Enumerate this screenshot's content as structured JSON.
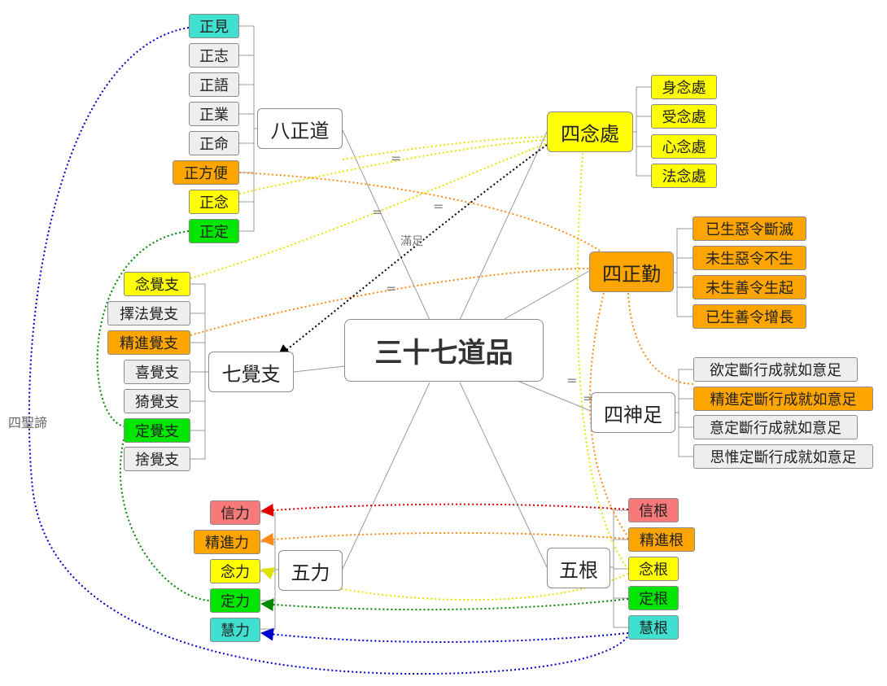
{
  "center": "三十七道品",
  "categories": {
    "eightfold": "八正道",
    "mindfulness": "四念處",
    "right_efforts": "四正勤",
    "awakening": "七覺支",
    "powers": "五力",
    "faculties": "五根",
    "bases": "四神足"
  },
  "eightfold_items": [
    "正見",
    "正志",
    "正語",
    "正業",
    "正命",
    "正方便",
    "正念",
    "正定"
  ],
  "mindfulness_items": [
    "身念處",
    "受念處",
    "心念處",
    "法念處"
  ],
  "efforts_items": [
    "已生惡令斷滅",
    "未生惡令不生",
    "未生善令生起",
    "已生善令增長"
  ],
  "bases_items": [
    "欲定斷行成就如意足",
    "精進定斷行成就如意足",
    "意定斷行成就如意足",
    "思惟定斷行成就如意足"
  ],
  "awakening_items": [
    "念覺支",
    "擇法覺支",
    "精進覺支",
    "喜覺支",
    "猗覺支",
    "定覺支",
    "捨覺支"
  ],
  "powers_items": [
    "信力",
    "精進力",
    "念力",
    "定力",
    "慧力"
  ],
  "faculties_items": [
    "信根",
    "精進根",
    "念根",
    "定根",
    "慧根"
  ],
  "labels": {
    "four_noble_truths": "四聖諦",
    "fulfill": "滿足",
    "equal": "="
  },
  "colors": {
    "gray": "#eeeeee",
    "yellow": "#ffff00",
    "orange": "#ffa500",
    "green": "#00e600",
    "cyan": "#40e0d0",
    "red": "#f87979",
    "blue_link": "#0000cc",
    "black_link": "#000000",
    "trunk_line": "#999999"
  }
}
